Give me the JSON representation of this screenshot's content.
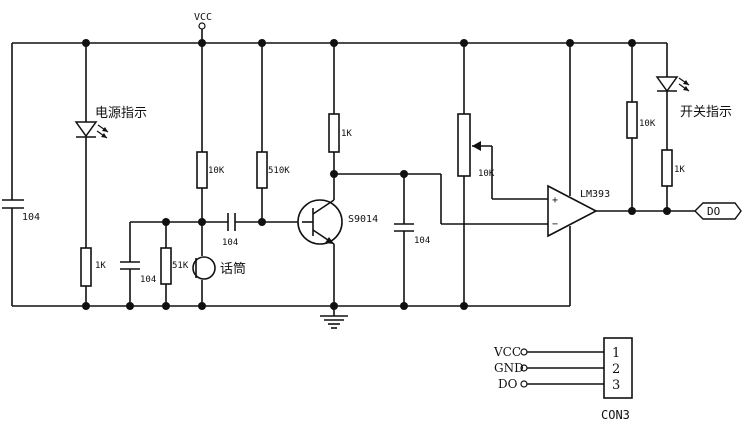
{
  "power": {
    "vcc_label": "VCC"
  },
  "components": {
    "c_left": {
      "value": "104"
    },
    "led_power": {
      "label": "电源指示"
    },
    "r_led_power": {
      "value": "1K"
    },
    "c_mic_filter": {
      "value": "104"
    },
    "r_mic": {
      "value": "51K"
    },
    "microphone": {
      "label": "话筒"
    },
    "r_mic_bias": {
      "value": "10K"
    },
    "r_base_bias": {
      "value": "510K"
    },
    "c_coupling": {
      "value": "104"
    },
    "transistor": {
      "model": "S9014"
    },
    "r_collector": {
      "value": "1K"
    },
    "c_collector": {
      "value": "104"
    },
    "potentiometer": {
      "value": "10K"
    },
    "comparator": {
      "model": "LM393",
      "plus": "+",
      "minus": "−"
    },
    "r_pullup": {
      "value": "10K"
    },
    "led_switch": {
      "label": "开关指示"
    },
    "r_led_switch": {
      "value": "1K"
    },
    "output": {
      "label": "DO"
    }
  },
  "connector": {
    "name": "CON3",
    "pins": [
      {
        "number": "1",
        "label": "VCC"
      },
      {
        "number": "2",
        "label": "GND"
      },
      {
        "number": "3",
        "label": "DO"
      }
    ]
  }
}
